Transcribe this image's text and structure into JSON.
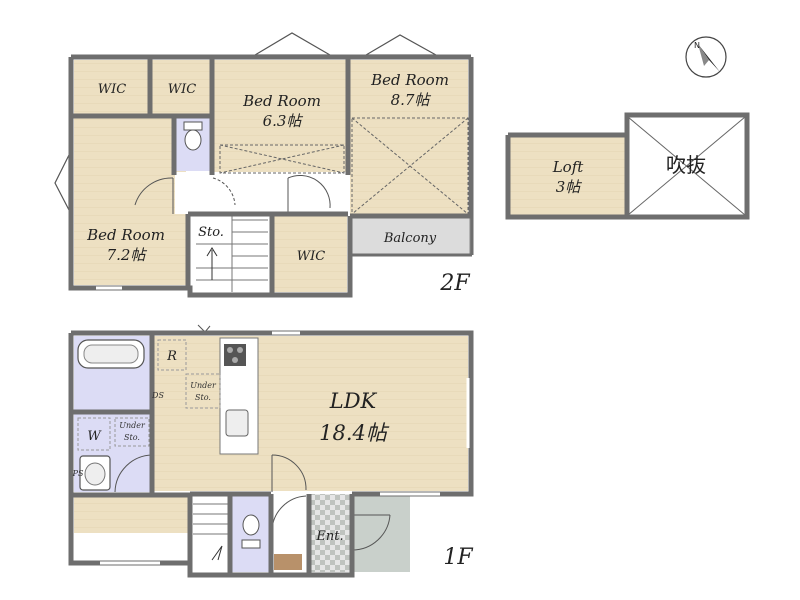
{
  "floors": {
    "second": {
      "label": "2F",
      "rooms": {
        "wic_left": "WIC",
        "wic_right": "WIC",
        "bedroom_63": {
          "name": "Bed Room",
          "size": "6.3帖"
        },
        "bedroom_87": {
          "name": "Bed Room",
          "size": "8.7帖"
        },
        "bedroom_72": {
          "name": "Bed Room",
          "size": "7.2帖"
        },
        "storage": "Sto.",
        "wic_lower": "WIC",
        "balcony": "Balcony"
      }
    },
    "loft": {
      "name": "Loft",
      "size": "3帖",
      "void": "吹抜"
    },
    "first": {
      "label": "1F",
      "rooms": {
        "ldk": {
          "name": "LDK",
          "size": "18.4帖"
        },
        "refrigerator": "R",
        "under_storage_a": {
          "line1": "Under",
          "line2": "Sto."
        },
        "under_storage_b": {
          "line1": "Under",
          "line2": "Sto."
        },
        "ds": "DS",
        "washer": "W",
        "ps": "PS",
        "entrance": "Ent."
      }
    }
  },
  "compass": {
    "north": "N"
  },
  "colors": {
    "wall": "#6e6e6e",
    "floor_wood": "#ede0c2",
    "wet_area": "#dcdcf5",
    "balcony": "#dcdcdc",
    "entrance_tile": "#c9d0cb",
    "void": "#ffffff"
  }
}
